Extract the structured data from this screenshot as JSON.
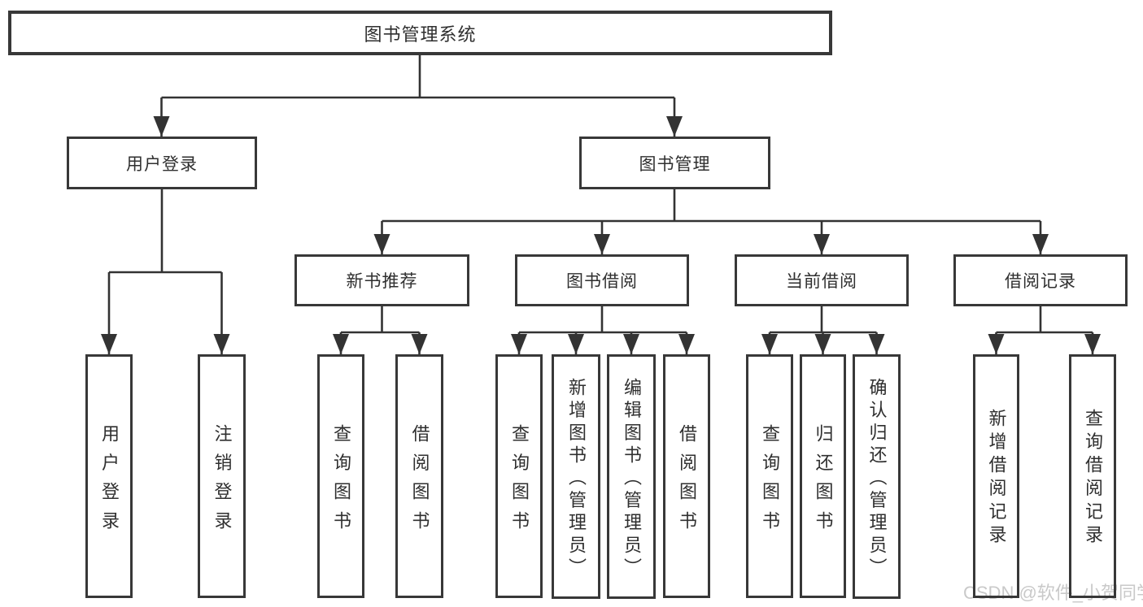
{
  "diagram": {
    "root": {
      "label": "图书管理系统",
      "children": [
        {
          "label": "用户登录",
          "children": [
            {
              "label": "用户登录"
            },
            {
              "label": "注销登录"
            }
          ]
        },
        {
          "label": "图书管理",
          "children": [
            {
              "label": "新书推荐",
              "children": [
                {
                  "label": "查询图书"
                },
                {
                  "label": "借阅图书"
                }
              ]
            },
            {
              "label": "图书借阅",
              "children": [
                {
                  "label": "查询图书"
                },
                {
                  "label": "新增图书（管理员）"
                },
                {
                  "label": "编辑图书（管理员）"
                },
                {
                  "label": "借阅图书"
                }
              ]
            },
            {
              "label": "当前借阅",
              "children": [
                {
                  "label": "查询图书"
                },
                {
                  "label": "归还图书"
                },
                {
                  "label": "确认归还（管理员）"
                }
              ]
            },
            {
              "label": "借阅记录",
              "children": [
                {
                  "label": "新增借阅记录"
                },
                {
                  "label": "查询借阅记录"
                }
              ]
            }
          ]
        }
      ]
    },
    "line_color": "#333333",
    "watermark": "CSDN @软件_小贺同学"
  }
}
